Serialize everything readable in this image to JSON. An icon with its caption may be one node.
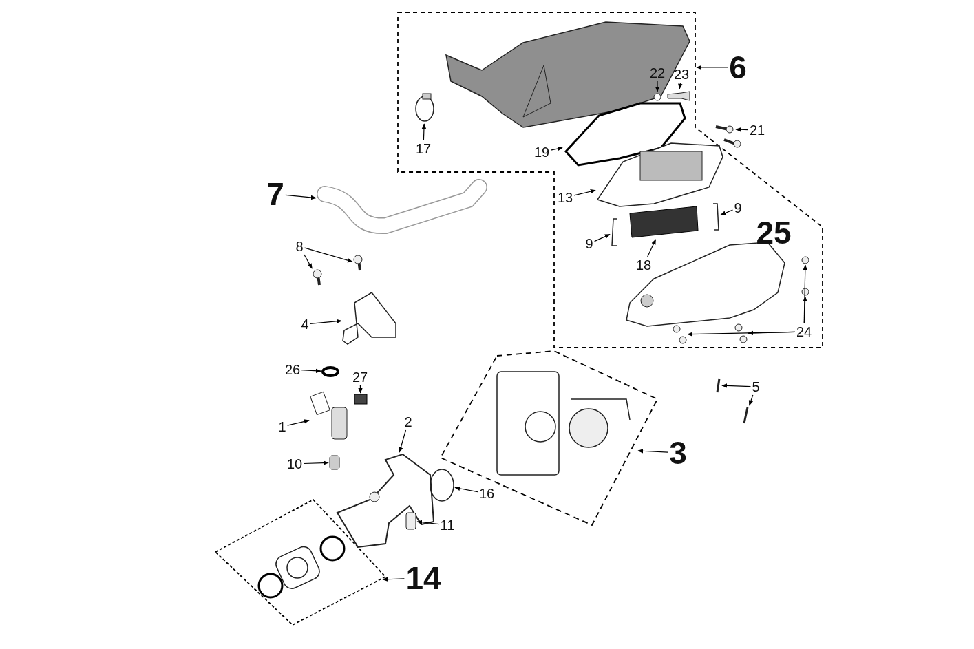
{
  "diagram": {
    "nodes": [
      {
        "text": [],
        "shape": "box"
      },
      {
        "text": [
          "22"
        ],
        "in": 0
      },
      {
        "text": [
          "23"
        ],
        "in": 0
      },
      {
        "text": [
          "6"
        ]
      },
      {
        "text": [],
        "shape": "circle",
        "in": 0
      },
      {
        "text": [],
        "shape": "picture",
        "in": 0
      },
      {
        "text": [],
        "shape": "circle",
        "in": 0
      },
      {
        "text": [
          "21"
        ]
      },
      {
        "text": [],
        "shape": "picture"
      },
      {
        "text": [
          "17"
        ],
        "in": 0
      },
      {
        "text": [],
        "shape": "picture",
        "in": 0
      },
      {
        "text": [
          "19"
        ],
        "in": 0
      },
      {
        "text": [],
        "shape": "picture",
        "in": 0
      },
      {
        "text": [
          "7"
        ]
      },
      {
        "text": [],
        "shape": "picture"
      },
      {
        "text": [
          "13"
        ],
        "in": 0
      },
      {
        "text": [],
        "shape": "picture",
        "in": 0
      },
      {
        "text": [
          "9"
        ],
        "in": 0
      },
      {
        "text": [],
        "shape": "box",
        "in": 0
      },
      {
        "text": [],
        "shape": "picture",
        "in": 0
      },
      {
        "text": [
          "25"
        ],
        "in": 0
      },
      {
        "text": [
          "9"
        ],
        "in": 0
      },
      {
        "text": [],
        "shape": "picture",
        "in": 0
      },
      {
        "text": [
          "8"
        ]
      },
      {
        "text": [],
        "shape": "circle"
      },
      {
        "text": [],
        "shape": "circle",
        "in": 0
      },
      {
        "text": [
          "18"
        ],
        "in": 0
      },
      {
        "text": [],
        "shape": "circle"
      },
      {
        "text": [],
        "shape": "circle",
        "in": 0
      },
      {
        "text": [],
        "shape": "picture"
      },
      {
        "text": [
          "4"
        ]
      },
      {
        "text": [],
        "shape": "picture",
        "in": 0
      },
      {
        "text": [],
        "shape": "picture",
        "in": 0
      },
      {
        "text": [
          "24"
        ],
        "in": 0
      },
      {
        "text": [],
        "shape": "box"
      },
      {
        "text": [
          "26"
        ]
      },
      {
        "text": [],
        "shape": "circle"
      },
      {
        "text": [
          "27"
        ]
      },
      {
        "text": [],
        "shape": "picture"
      },
      {
        "text": [
          "5"
        ]
      },
      {
        "text": [],
        "shape": "box"
      },
      {
        "text": [],
        "shape": "picture"
      },
      {
        "text": [],
        "shape": "picture"
      },
      {
        "text": [
          "2"
        ]
      },
      {
        "text": [
          "1"
        ]
      },
      {
        "text": [
          "3"
        ]
      },
      {
        "text": [],
        "shape": "picture"
      },
      {
        "text": [],
        "shape": "box"
      },
      {
        "text": [
          "10"
        ]
      },
      {
        "text": [],
        "shape": "circle"
      },
      {
        "text": [
          "16"
        ]
      },
      {
        "text": [],
        "shape": "box"
      },
      {
        "text": [],
        "shape": "box"
      },
      {
        "text": [
          "11"
        ]
      },
      {
        "text": [
          "14"
        ]
      }
    ],
    "edges": [
      {
        "from": 3,
        "to": 0,
        "arrow": "to"
      },
      {
        "from": 1,
        "to": 4,
        "arrow": "to"
      },
      {
        "from": 2,
        "to": 5,
        "arrow": "to"
      },
      {
        "from": 7,
        "to": 8,
        "arrow": "to"
      },
      {
        "from": 9,
        "to": 6,
        "arrow": "to"
      },
      {
        "from": 11,
        "to": 10,
        "arrow": "to"
      },
      {
        "from": 13,
        "to": 14,
        "arrow": "to"
      },
      {
        "from": 15,
        "to": 12,
        "arrow": "to"
      },
      {
        "from": 17,
        "to": 16,
        "arrow": "to"
      },
      {
        "from": 21,
        "to": 19,
        "arrow": "to"
      },
      {
        "from": 20,
        "to": 22,
        "arrow": "to"
      },
      {
        "from": 26,
        "to": 18,
        "arrow": "to"
      },
      {
        "from": 23,
        "to": 27,
        "arrow": "to"
      },
      {
        "from": 23,
        "to": 24,
        "arrow": "to"
      },
      {
        "from": 30,
        "to": 29,
        "arrow": "to"
      },
      {
        "from": 33,
        "to": 28,
        "arrow": "to"
      },
      {
        "from": 33,
        "to": 25,
        "arrow": "to"
      },
      {
        "from": 33,
        "to": 32,
        "arrow": "to"
      },
      {
        "from": 33,
        "to": 31,
        "arrow": "to"
      },
      {
        "from": 45,
        "to": 34,
        "arrow": "to"
      },
      {
        "from": 35,
        "to": 36,
        "arrow": "to"
      },
      {
        "from": 37,
        "to": 40,
        "arrow": "to"
      },
      {
        "from": 39,
        "to": 38,
        "arrow": "to"
      },
      {
        "from": 39,
        "to": 42,
        "arrow": "to"
      },
      {
        "from": 44,
        "to": 41,
        "arrow": "to"
      },
      {
        "from": 43,
        "to": 46,
        "arrow": "to"
      },
      {
        "from": 48,
        "to": 47,
        "arrow": "to"
      },
      {
        "from": 50,
        "to": 49,
        "arrow": "to"
      },
      {
        "from": 53,
        "to": 52,
        "arrow": "to"
      },
      {
        "from": 54,
        "to": 51,
        "arrow": "to"
      }
    ]
  }
}
